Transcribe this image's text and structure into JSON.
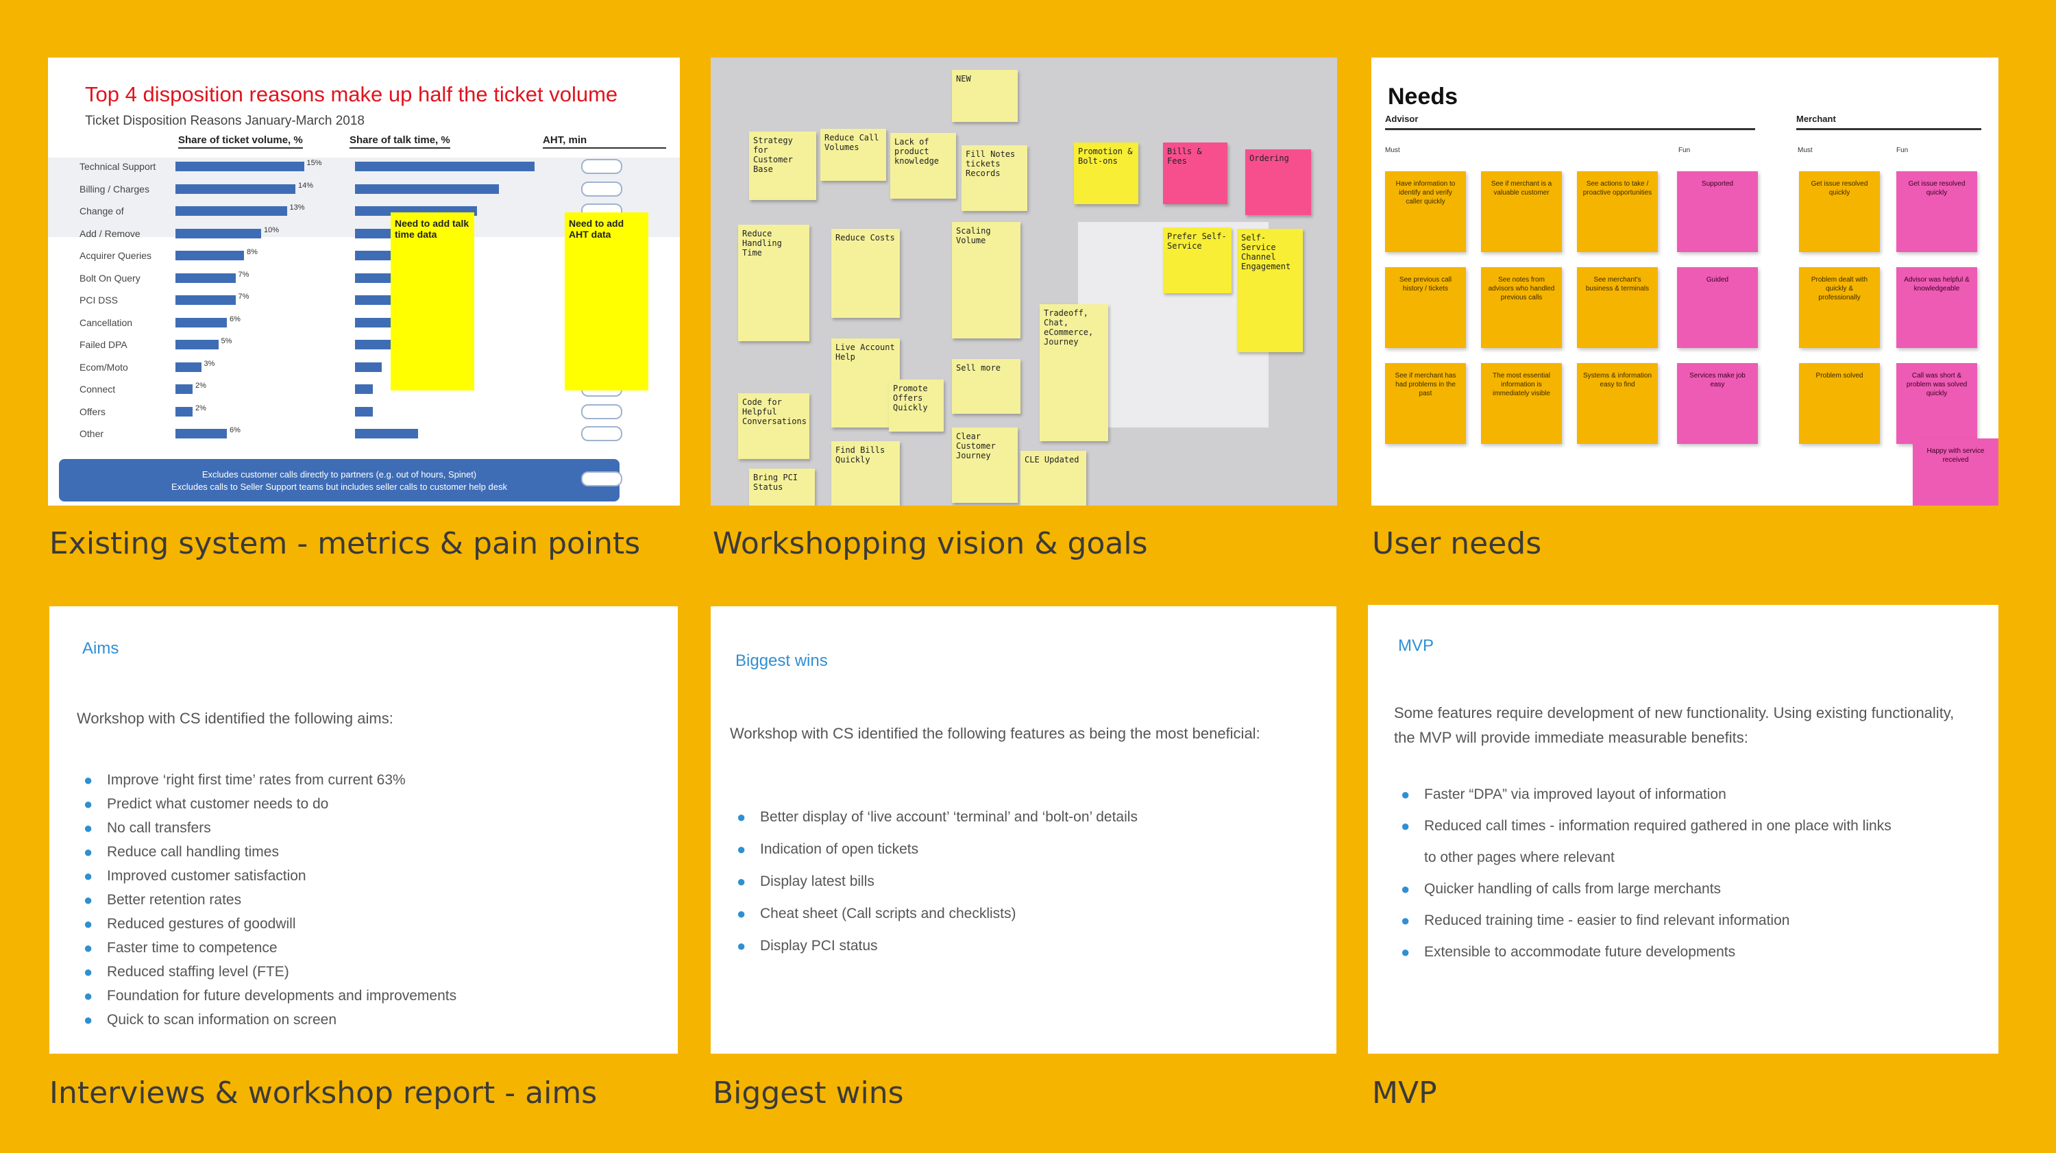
{
  "tiles": [
    {
      "caption": "Existing system - metrics & pain points",
      "chart": {
        "title": "Top 4 disposition reasons make up half the ticket volume",
        "subtitle": "Ticket Disposition Reasons January-March 2018",
        "col1": "Share of ticket volume, %",
        "col2": "Share of talk time, %",
        "col3": "AHT, min",
        "note1": "Need to add talk time data",
        "note2": "Need to add AHT data",
        "footer1": "Excludes customer calls directly to partners (e.g. out of hours, Spinet)",
        "footer2": "Excludes calls to Seller Support teams but includes seller calls to customer help desk"
      }
    },
    {
      "caption": "Workshopping vision & goals",
      "stickies": [
        "NEW",
        "Strategy for Customer Base",
        "Reduce Call Volumes",
        "Lack of product knowledge",
        "Fill Notes tickets Records",
        "Promotion & Bolt-ons",
        "Bills & Fees",
        "Ordering",
        "Reduce Handling Time",
        "Reduce Costs",
        "Scaling Volume",
        "Prefer Self-Service",
        "Tradeoff, Chat, eCommerce, Journey",
        "Self-Service Channel Engagement",
        "Code for Helpful Conversations",
        "Live Account Help",
        "Sell more",
        "Find Bills Quickly",
        "Clear Customer Journey",
        "Bring PCI Status",
        "CLE Updated",
        "Promote Offers Quickly"
      ]
    },
    {
      "caption": "User needs",
      "board": {
        "title": "Needs",
        "group1": "Advisor",
        "group2": "Merchant",
        "sub_must": "Must",
        "sub_fun": "Fun",
        "notes": [
          "Have information to identify and verify caller quickly",
          "See if merchant is a valuable customer",
          "See actions to take / proactive opportunities",
          "Supported",
          "Get issue resolved quickly",
          "Get issue resolved quickly",
          "See previous call history / tickets",
          "See notes from advisors who handled previous calls",
          "See merchant's business & terminals",
          "Guided",
          "Problem dealt with quickly & professionally",
          "Advisor was helpful & knowledgeable",
          "See if merchant has had problems in the past",
          "The most essential information is immediately visible",
          "Systems & information easy to find",
          "Services make job easy",
          "Problem solved",
          "Call was short & problem was solved quickly",
          "Happy with service received"
        ]
      }
    },
    {
      "caption": "Interviews & workshop report - aims",
      "doc": {
        "title": "Aims",
        "intro": "Workshop with CS identified the following aims:",
        "items": [
          "Improve ‘right first time’ rates from current 63%",
          "Predict what customer needs to do",
          "No call transfers",
          "Reduce call handling times",
          "Improved customer satisfaction",
          "Better retention rates",
          "Reduced gestures of goodwill",
          "Faster time to competence",
          "Reduced staffing level (FTE)",
          "Foundation for future developments and improvements",
          "Quick to scan information on screen"
        ]
      }
    },
    {
      "caption": "Biggest wins",
      "doc": {
        "title": "Biggest wins",
        "intro": "Workshop with CS identified the following features as being the most beneficial:",
        "items": [
          "Better display of ‘live account’ ‘terminal’ and ‘bolt-on’ details",
          "Indication of open tickets",
          "Display latest bills",
          "Cheat sheet (Call scripts and checklists)",
          "Display PCI status"
        ]
      }
    },
    {
      "caption": "MVP",
      "doc": {
        "title": "MVP",
        "intro": "Some features require development of new functionality. Using existing functionality, the MVP will provide immediate measurable benefits:",
        "items": [
          "Faster “DPA” via improved layout of information",
          "Reduced call times - information required gathered in one place with links",
          "to other pages where relevant",
          "Quicker handling of calls from large merchants",
          "Reduced training time - easier to find relevant information",
          "Extensible to accommodate future developments"
        ]
      }
    }
  ],
  "chart_data": {
    "type": "bar",
    "title": "Top 4 disposition reasons make up half the ticket volume",
    "subtitle": "Ticket Disposition Reasons January-March 2018",
    "categories": [
      "Technical Support",
      "Billing / Charges",
      "Change of",
      "Add / Remove",
      "Acquirer Queries",
      "Bolt On Query",
      "PCI DSS",
      "Cancellation",
      "Failed DPA",
      "Ecom/Moto",
      "Connect",
      "Offers",
      "Other"
    ],
    "series": [
      {
        "name": "Share of ticket volume, %",
        "values": [
          15,
          14,
          13,
          10,
          8,
          7,
          7,
          6,
          5,
          3,
          2,
          2,
          6
        ]
      }
    ],
    "ylim": [
      0,
      16
    ]
  }
}
